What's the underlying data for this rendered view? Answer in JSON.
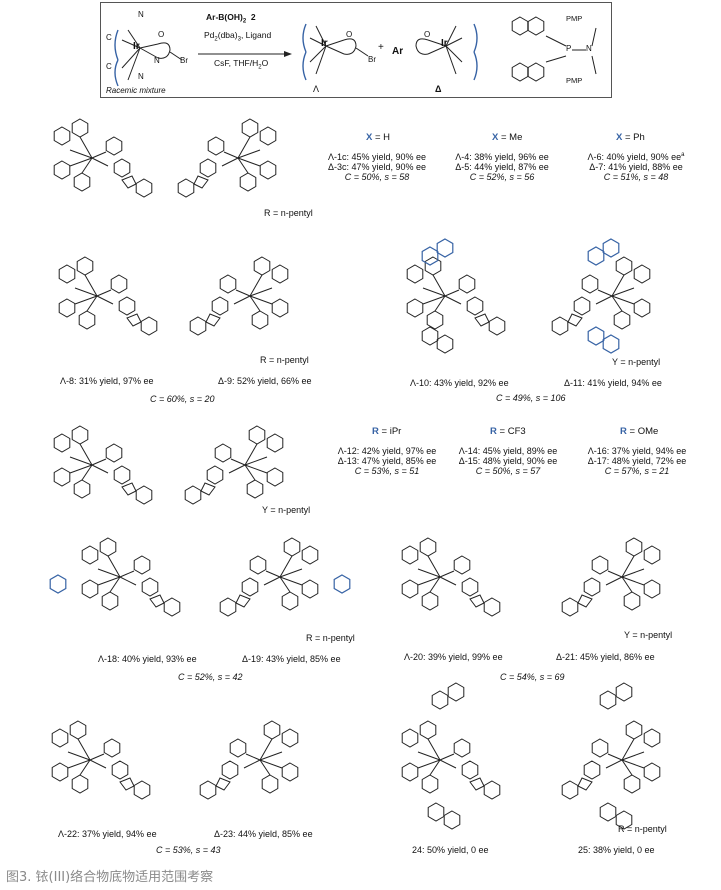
{
  "scheme": {
    "reagent_label": "Ar-B(OH)",
    "reagent_sub": "2",
    "reagent_number": "2",
    "catalyst": "Pd",
    "catalyst_sub1": "2",
    "catalyst_mid": "(dba)",
    "catalyst_sub2": "3",
    "catalyst_tail": ", Ligand",
    "conditions": "CsF, THF/H",
    "conditions_sub": "2",
    "conditions_tail": "O",
    "racemic": "Racemic mixture",
    "lambda_label": "Λ",
    "delta_label": "Δ",
    "plus": "+",
    "ar": "Ar",
    "metal": "Ir",
    "N": "N",
    "C": "C",
    "O": "O",
    "Br": "Br",
    "ligand_pmp1": "PMP",
    "ligand_pmp2": "PMP",
    "ligand_P": "P",
    "ligand_N": "N"
  },
  "rows": [
    {
      "x_headers": [
        {
          "key": "X",
          "value": "H"
        },
        {
          "key": "X",
          "value": "Me"
        },
        {
          "key": "X",
          "value": "Ph"
        }
      ],
      "entries": [
        {
          "line1": "Λ-1c: 45% yield, 90% ee",
          "line2": "Δ-3c: 47% yield, 90% ee",
          "line3": "C = 50%, s = 58"
        },
        {
          "line1": "Λ-4: 38% yield, 96% ee",
          "line2": "Δ-5: 44% yield, 87% ee",
          "line3": "C = 52%, s = 56"
        },
        {
          "line1": "Λ-6: 40% yield, 90% ee",
          "line1_sup": "a",
          "line2": "Δ-7: 41% yield, 88% ee",
          "line3": "C = 51%, s = 48"
        }
      ],
      "r_note": "R = n-pentyl"
    }
  ],
  "row2": {
    "left_l": "Λ-8: 31% yield, 97% ee",
    "left_d": "Δ-9: 52% yield, 66% ee",
    "left_c": "C = 60%, s = 20",
    "left_note": "R = n-pentyl",
    "right_l": "Λ-10: 43% yield, 92% ee",
    "right_d": "Δ-11: 41% yield, 94% ee",
    "right_c": "C = 49%, s = 106",
    "right_note": "Y = n-pentyl"
  },
  "row3": {
    "headers": [
      {
        "key": "R",
        "value": "iPr"
      },
      {
        "key": "R",
        "value": "CF3"
      },
      {
        "key": "R",
        "value": "OMe"
      }
    ],
    "entries": [
      {
        "line1": "Λ-12: 42% yield, 97% ee",
        "line2": "Δ-13: 47% yield, 85% ee",
        "line3": "C = 53%, s = 51"
      },
      {
        "line1": "Λ-14: 45% yield, 89% ee",
        "line2": "Δ-15: 48% yield, 90% ee",
        "line3": "C = 50%, s = 57"
      },
      {
        "line1": "Λ-16: 37% yield, 94% ee",
        "line2": "Δ-17: 48% yield, 72% ee",
        "line3": "C = 57%, s = 21"
      }
    ],
    "note": "Y = n-pentyl"
  },
  "row4": {
    "left_l": "Λ-18: 40% yield, 93% ee",
    "left_d": "Δ-19: 43% yield, 85% ee",
    "left_c": "C = 52%, s = 42",
    "left_note": "R = n-pentyl",
    "right_l": "Λ-20: 39% yield, 99% ee",
    "right_d": "Δ-21: 45% yield, 86% ee",
    "right_c": "C = 54%, s = 69",
    "right_note": "Y = n-pentyl"
  },
  "row5": {
    "left_l": "Λ-22: 37% yield, 94% ee",
    "left_d": "Δ-23: 44% yield, 85% ee",
    "left_c": "C = 53%, s = 43",
    "rh_24": "24: 50% yield, 0 ee",
    "rh_25": "25: 38% yield, 0 ee",
    "rh_note": "R = n-pentyl"
  },
  "caption": "图3. 铱(III)络合物底物适用范围考察",
  "colors": {
    "accent_blue": "#3763a5",
    "caption_gray": "#8a8a8a"
  }
}
